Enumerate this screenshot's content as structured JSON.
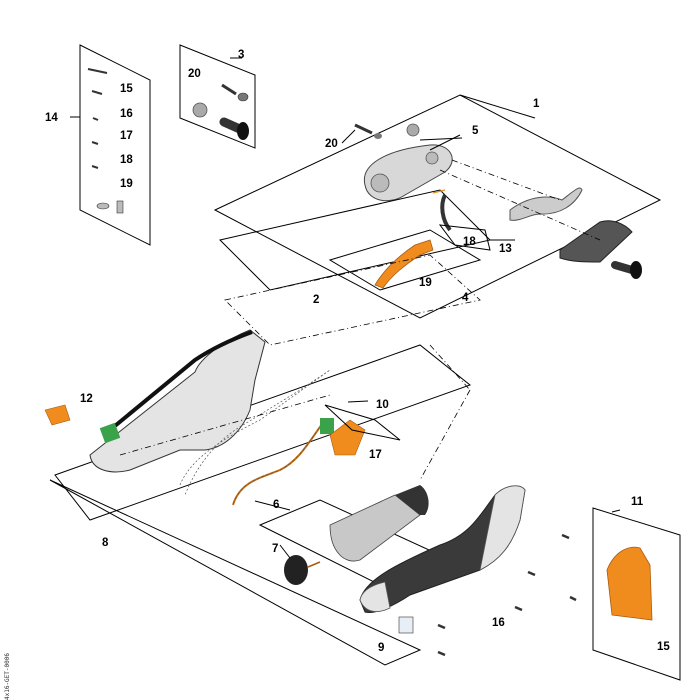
{
  "callouts": {
    "c1": "1",
    "c2": "2",
    "c3": "3",
    "c4": "4",
    "c5": "5",
    "c6": "6",
    "c7": "7",
    "c8": "8",
    "c9": "9",
    "c10": "10",
    "c11": "11",
    "c12": "12",
    "c13": "13",
    "c14": "14",
    "c15a": "15",
    "c15b": "15",
    "c16a": "16",
    "c16b": "16",
    "c17a": "17",
    "c17b": "17",
    "c18a": "18",
    "c18b": "18",
    "c19a": "19",
    "c19b": "19",
    "c20a": "20",
    "c20b": "20"
  },
  "side_code": "4x16-GET-0006",
  "colors": {
    "orange": "#f08c1e",
    "green": "#3aa34a",
    "dark_grip": "#3a3a3a",
    "housing": "#e4e4e4"
  }
}
